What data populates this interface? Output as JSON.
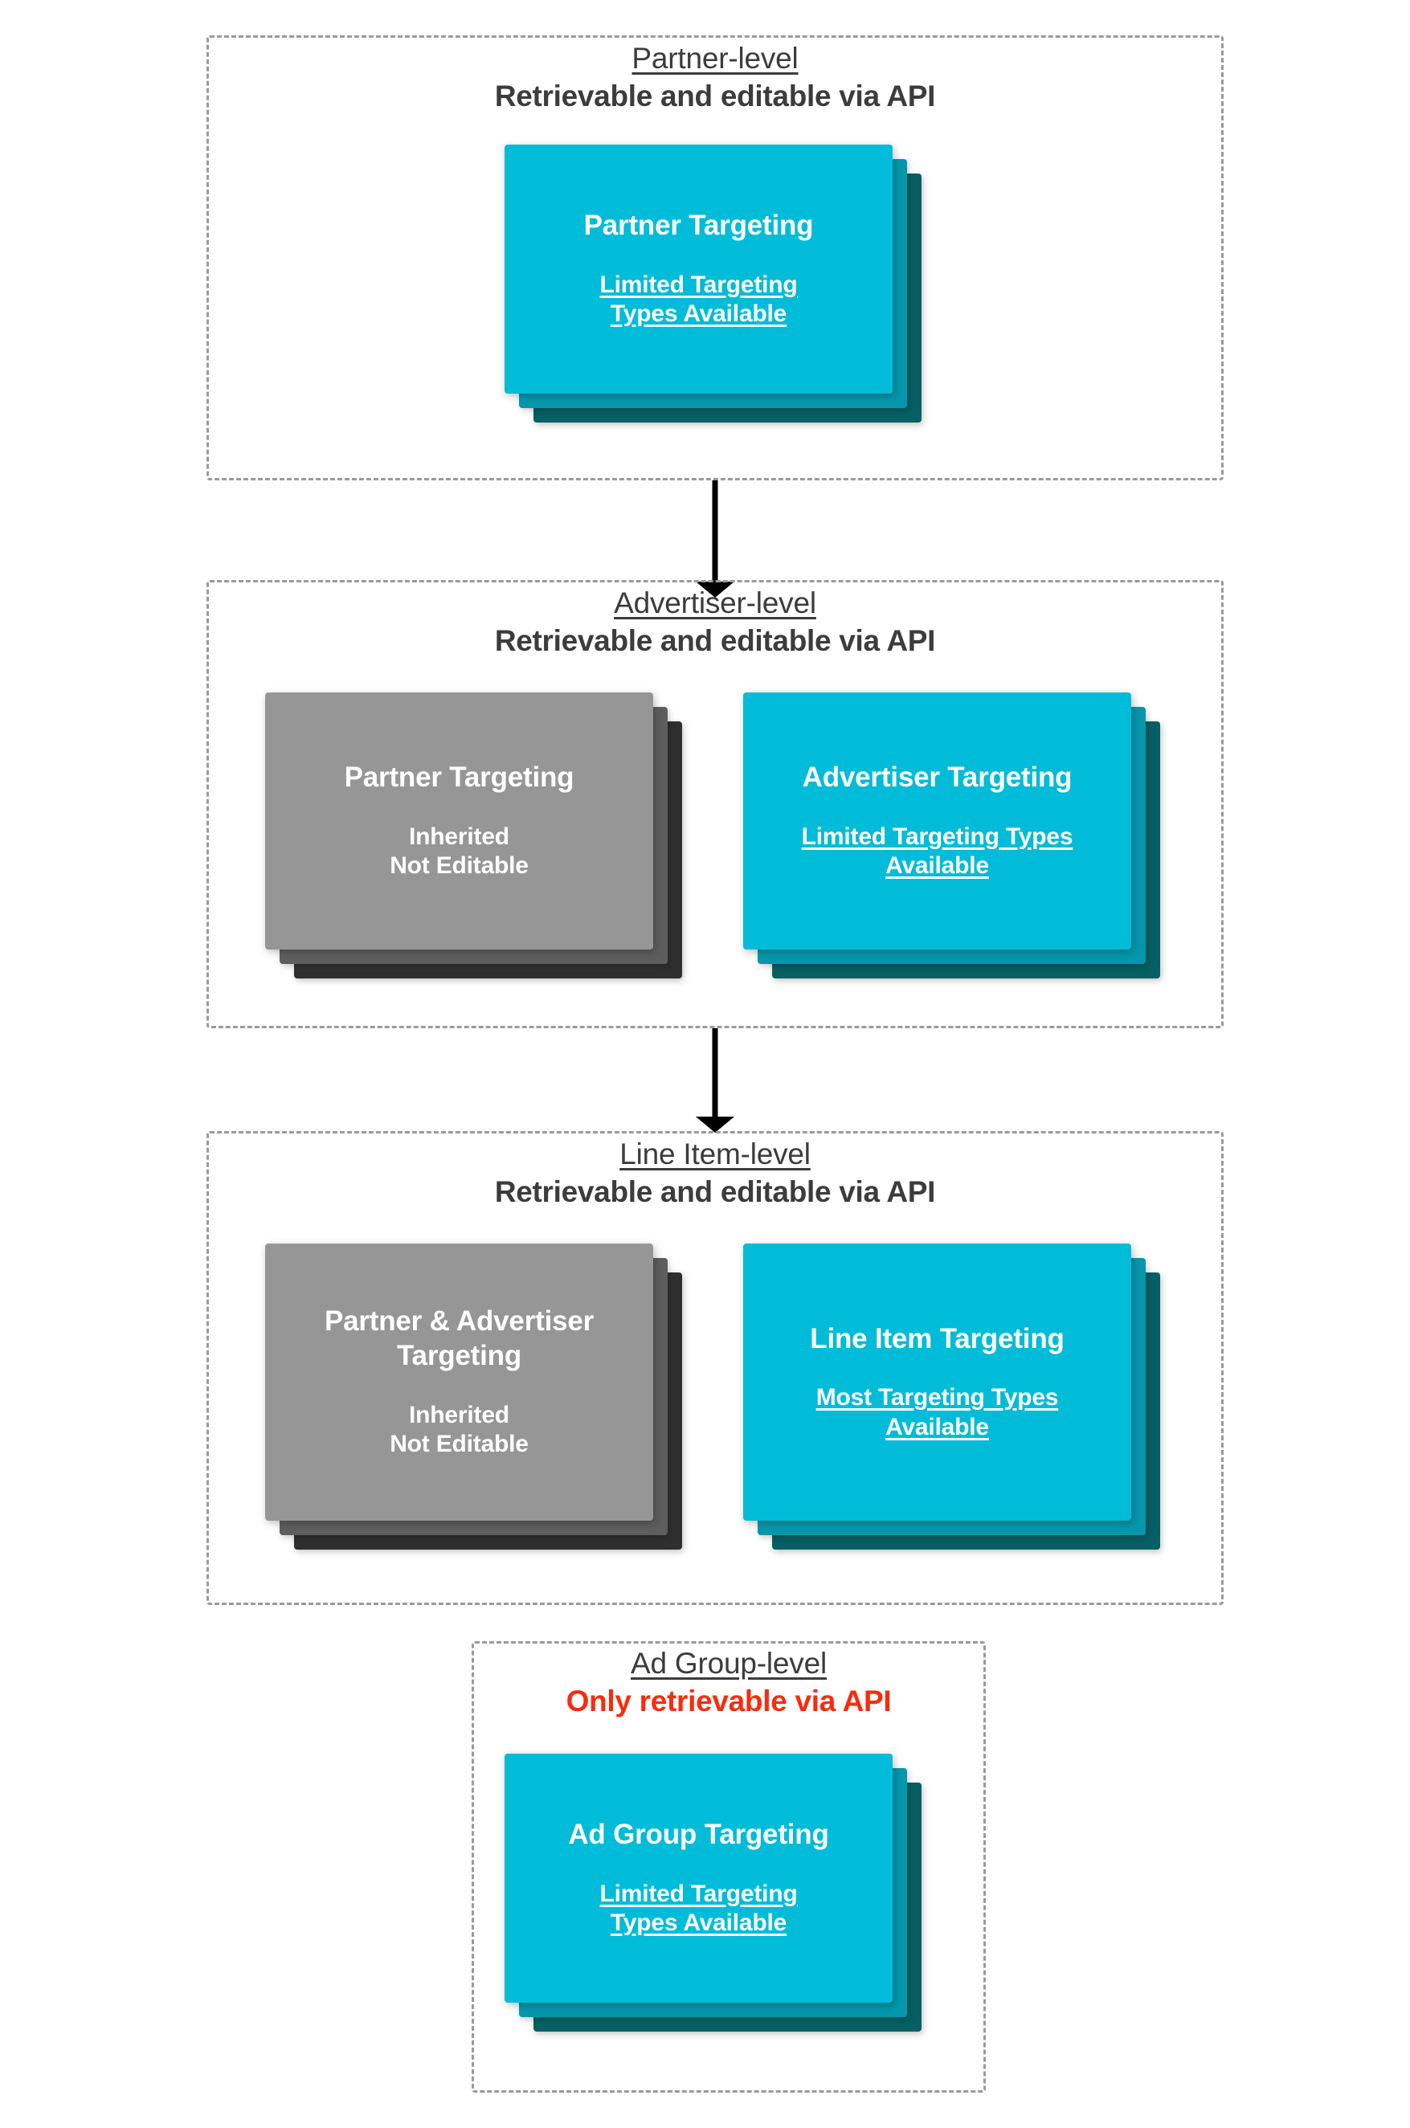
{
  "diagram": {
    "title_semantic": "targeting-inheritance-hierarchy",
    "colors": {
      "card_front_cyan": "#00bcd8",
      "card_mid_cyan": "#0597ab",
      "card_back_cyan": "#065f63",
      "card_front_gray": "#969696",
      "card_mid_gray": "#5e5e5e",
      "card_back_gray": "#2f2f2f",
      "text_dark": "#3c3c3c",
      "alert_red": "#f92b0c",
      "dashed_border": "#9a9a9a",
      "arrow": "#000000"
    }
  },
  "levels": [
    {
      "id": "partner-level",
      "title": "Partner-level",
      "subtitle": "Retrievable and editable via API",
      "subtitle_state": "normal",
      "cards": [
        {
          "id": "partner-targeting",
          "style": "cyan",
          "title": "Partner Targeting",
          "note": "Limited Targeting Types Available",
          "note_underlined": true
        }
      ]
    },
    {
      "id": "advertiser-level",
      "title": "Advertiser-level",
      "subtitle": "Retrievable and editable via API",
      "subtitle_state": "normal",
      "cards": [
        {
          "id": "partner-targeting-inherited",
          "style": "gray",
          "title": "Partner Targeting",
          "note": "Inherited\nNot Editable",
          "note_underlined": false
        },
        {
          "id": "advertiser-targeting",
          "style": "cyan",
          "title": "Advertiser Targeting",
          "note": "Limited Targeting Types Available",
          "note_underlined": true
        }
      ]
    },
    {
      "id": "line-item-level",
      "title": "Line Item-level",
      "subtitle": "Retrievable and editable via API",
      "subtitle_state": "normal",
      "cards": [
        {
          "id": "partner-advertiser-targeting-inherited",
          "style": "gray",
          "title": "Partner & Advertiser Targeting",
          "note": "Inherited\nNot Editable",
          "note_underlined": false
        },
        {
          "id": "line-item-targeting",
          "style": "cyan",
          "title": "Line Item Targeting",
          "note": "Most Targeting Types Available",
          "note_underlined": true
        }
      ]
    },
    {
      "id": "ad-group-level",
      "title": "Ad Group-level",
      "subtitle": "Only retrievable via API",
      "subtitle_state": "alert",
      "cards": [
        {
          "id": "ad-group-targeting",
          "style": "cyan",
          "title": "Ad Group Targeting",
          "note": "Limited Targeting Types Available",
          "note_underlined": true
        }
      ]
    }
  ],
  "connectors": [
    {
      "id": "partner-to-advertiser",
      "from": "partner-level",
      "to": "advertiser-level",
      "direction": "down"
    },
    {
      "id": "advertiser-to-line-item",
      "from": "advertiser-level",
      "to": "line-item-level",
      "direction": "down"
    }
  ]
}
